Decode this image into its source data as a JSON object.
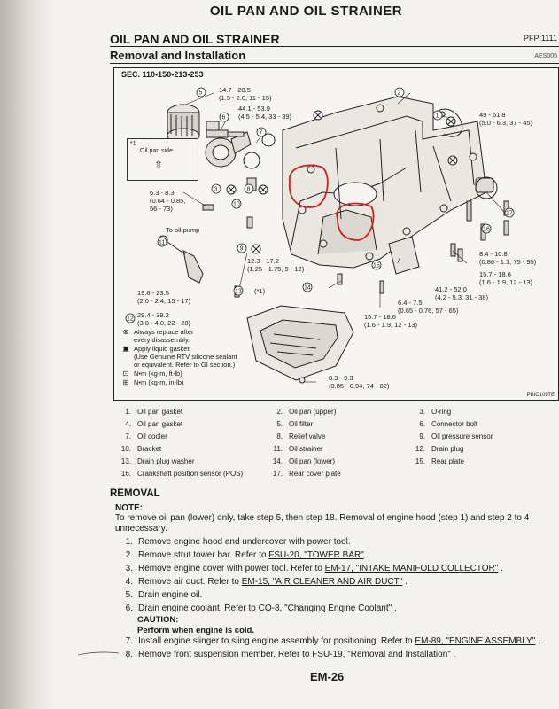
{
  "running_head": "OIL PAN AND OIL STRAINER",
  "section_title": "OIL PAN AND OIL STRAINER",
  "pfp": "PFP:1111",
  "subsection_title": "Removal and Installation",
  "doc_code": "AES005",
  "figure": {
    "sec_code": "SEC. 110•150•213•253",
    "figure_code": "PBIC1097E",
    "oil_pan_side_label": "Oil pan side",
    "star_label": "*1",
    "to_oil_pump": "To oil pump",
    "callouts": {
      "t1": "14.7 - 20.5\n(1.5 - 2.0, 11 - 15)",
      "t2": "44.1 - 53.9\n(4.5 - 5.4, 33 - 39)",
      "t3": "49 - 61.8\n(5.0 - 6.3, 37 - 45)",
      "t4": "6.3 - 8.3\n(0.64 - 0.85,\n56 - 73)",
      "t5": "8.4 - 10.8\n(0.86 - 1.1, 75 - 95)",
      "t6": "15.7 - 18.6\n(1.6 - 1.9, 12 - 13)",
      "t7": "12.3 - 17.2\n(1.25 - 1.75, 9 - 12)",
      "t8": "41.2 - 52.0\n(4.2 - 5.3, 31 - 38)",
      "t9": "19.6 - 23.5\n(2.0 - 2.4, 15 - 17)",
      "t10": "6.4 - 7.5\n(0.65 - 0.76, 57 - 65)",
      "t11": "29.4 - 39.2\n(3.0 - 4.0, 22 - 28)",
      "t12": "15.7 - 18.6\n(1.6 - 1.9, 12 - 13)",
      "t13": "8.3 - 9.3\n(0.85 - 0.94, 74 - 82)",
      "star1": "(*1)"
    },
    "key": {
      "always_replace": "Always replace after\nevery disassembly.",
      "liquid_gasket": "Apply liquid gasket.\n(Use Genuine RTV silicone sealant\nor equivalent. Refer to GI section.)",
      "nm_ftlb": "N•m (kg-m, ft-lb)",
      "nm_inlb": "N•m (kg-m, in-lb)"
    }
  },
  "parts": [
    [
      "1.",
      "Oil pan gasket",
      "2.",
      "Oil pan (upper)",
      "3.",
      "O-ring"
    ],
    [
      "4.",
      "Oil pan gasket",
      "5.",
      "Oil filter",
      "6.",
      "Connector bolt"
    ],
    [
      "7.",
      "Oil cooler",
      "8.",
      "Relief valve",
      "9.",
      "Oil pressure sensor"
    ],
    [
      "10.",
      "Bracket",
      "11.",
      "Oil strainer",
      "12.",
      "Drain plug"
    ],
    [
      "13.",
      "Drain plug washer",
      "14.",
      "Oil pan (lower)",
      "15.",
      "Rear plate"
    ],
    [
      "16.",
      "Crankshaft position sensor (POS)",
      "17.",
      "Rear cover plate",
      "",
      ""
    ]
  ],
  "removal_heading": "REMOVAL",
  "note_heading": "NOTE:",
  "note_line1": "To remove oil pan (lower) only, take step 5, then step 18. Removal of engine hood (step 1) and step 2 to 4",
  "note_line2": "unnecessary.",
  "steps": [
    {
      "n": "1.",
      "text": "Remove engine hood and undercover with power tool.",
      "ref": "",
      "after": ""
    },
    {
      "n": "2.",
      "text": "Remove strut tower bar. Refer to ",
      "ref": "FSU-20, \"TOWER BAR\"",
      "after": " ."
    },
    {
      "n": "3.",
      "text": "Remove engine cover with power tool. Refer to ",
      "ref": "EM-17, \"INTAKE MANIFOLD COLLECTOR\"",
      "after": " ."
    },
    {
      "n": "4.",
      "text": "Remove air duct. Refer to ",
      "ref": "EM-15, \"AIR CLEANER AND AIR DUCT\"",
      "after": " ."
    },
    {
      "n": "5.",
      "text": "Drain engine oil.",
      "ref": "",
      "after": ""
    },
    {
      "n": "6.",
      "text": "Drain engine coolant. Refer to ",
      "ref": "CO-8, \"Changing Engine Coolant\"",
      "after": " ."
    }
  ],
  "caution_heading": "CAUTION:",
  "caution_text": "Perform when engine is cold.",
  "steps2": [
    {
      "n": "7.",
      "text": "Install engine slinger to sling engine assembly for positioning. Refer to ",
      "ref": "EM-89, \"ENGINE ASSEMBLY\"",
      "after": " ."
    },
    {
      "n": "8.",
      "text": "Remove front suspension member. Refer to ",
      "ref": "FSU-19, \"Removal and Installation\"",
      "after": " ."
    }
  ],
  "page_number": "EM-26"
}
